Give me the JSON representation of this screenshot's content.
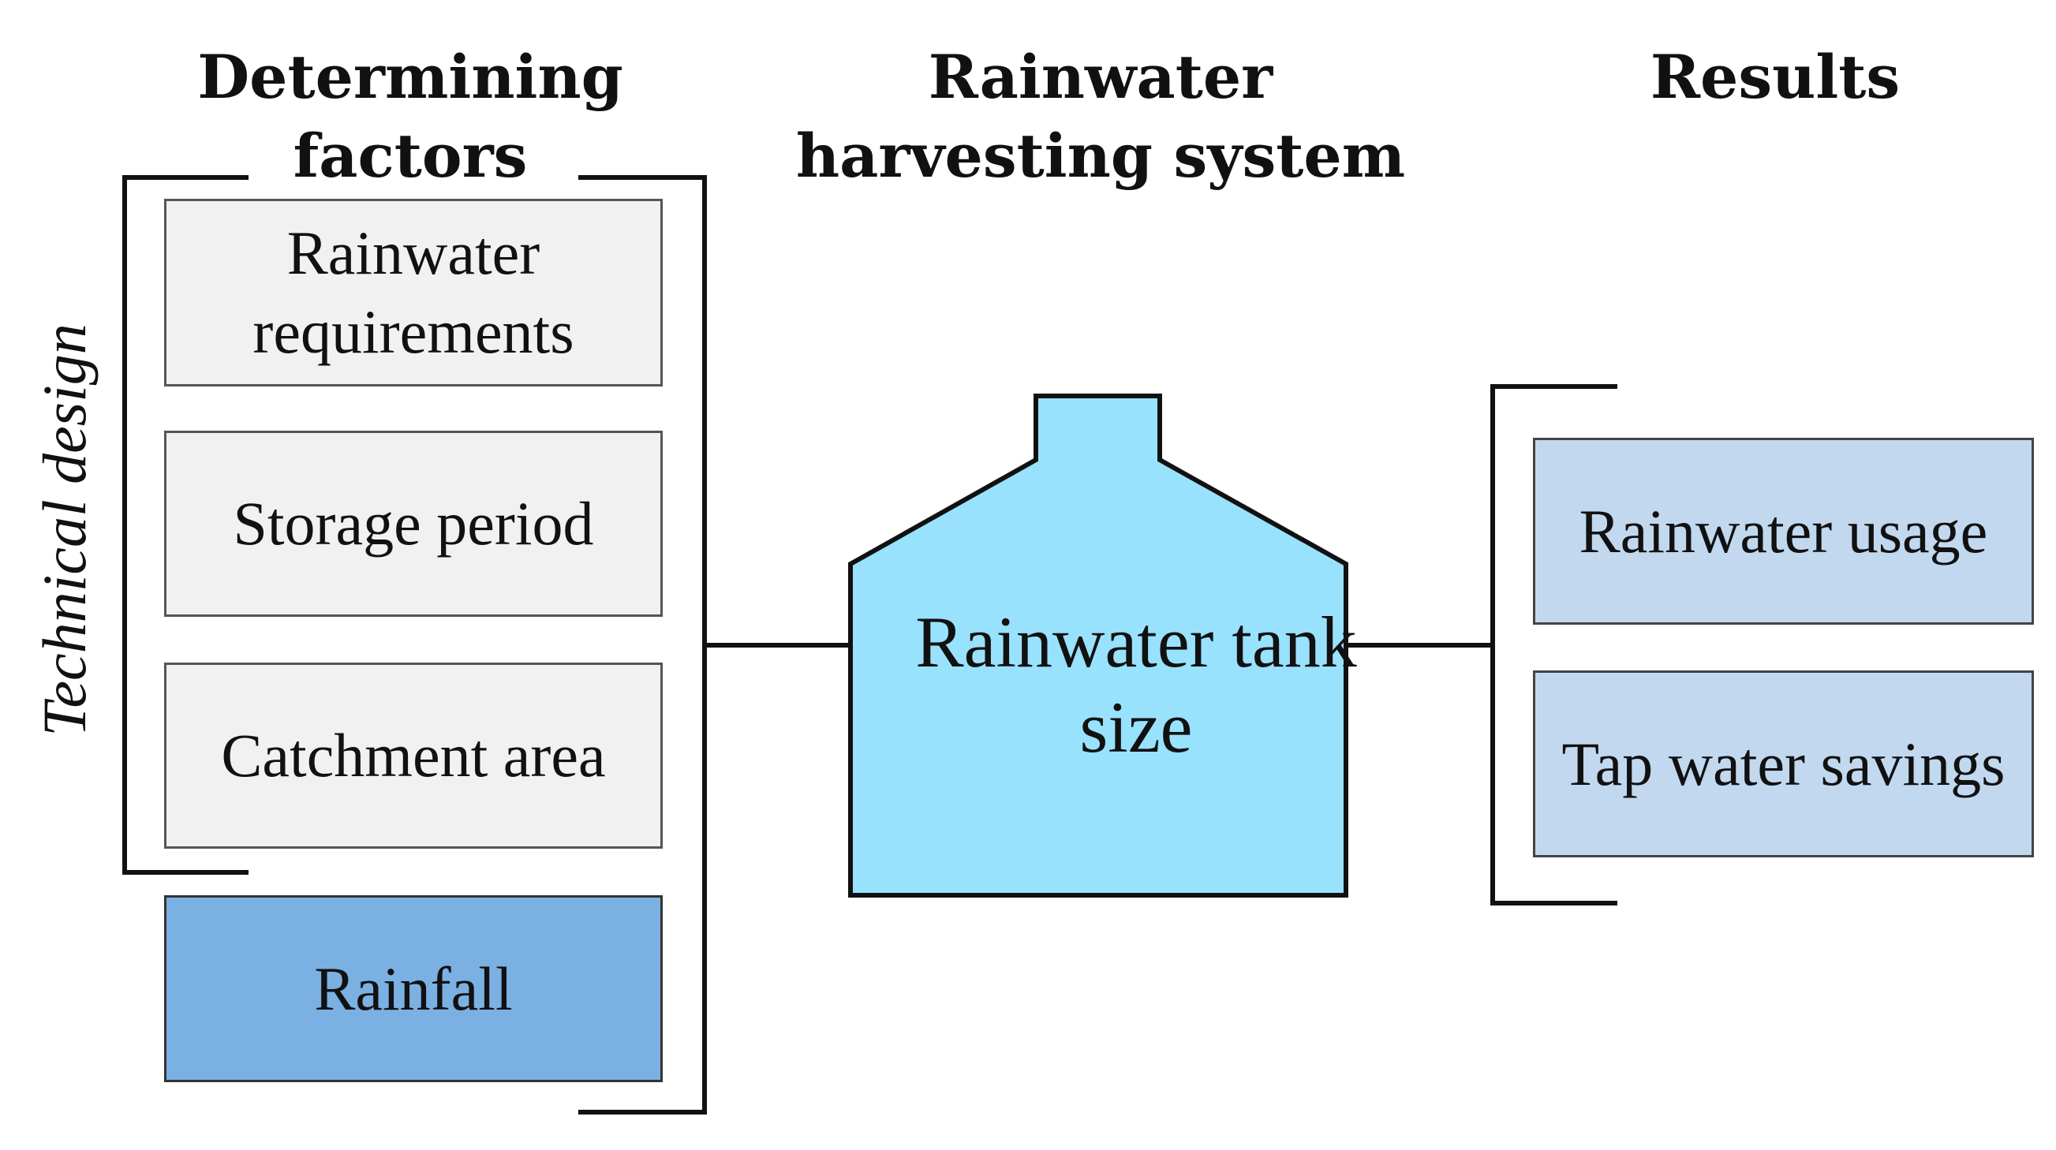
{
  "headings": {
    "factors": "Determining factors",
    "system": "Rainwater harvesting system",
    "results": "Results"
  },
  "side_label": "Technical design",
  "factors": [
    "Rainwater requirements",
    "Storage period",
    "Catchment area",
    "Rainfall"
  ],
  "tank": "Rainwater tank size",
  "results": [
    "Rainwater usage",
    "Tap water savings"
  ],
  "colors": {
    "factor_gray": "#f1f1f1",
    "rainfall_blue": "#7bb0e3",
    "tank_cyan": "#99e2fd",
    "result_blue": "#c2d8ef"
  }
}
